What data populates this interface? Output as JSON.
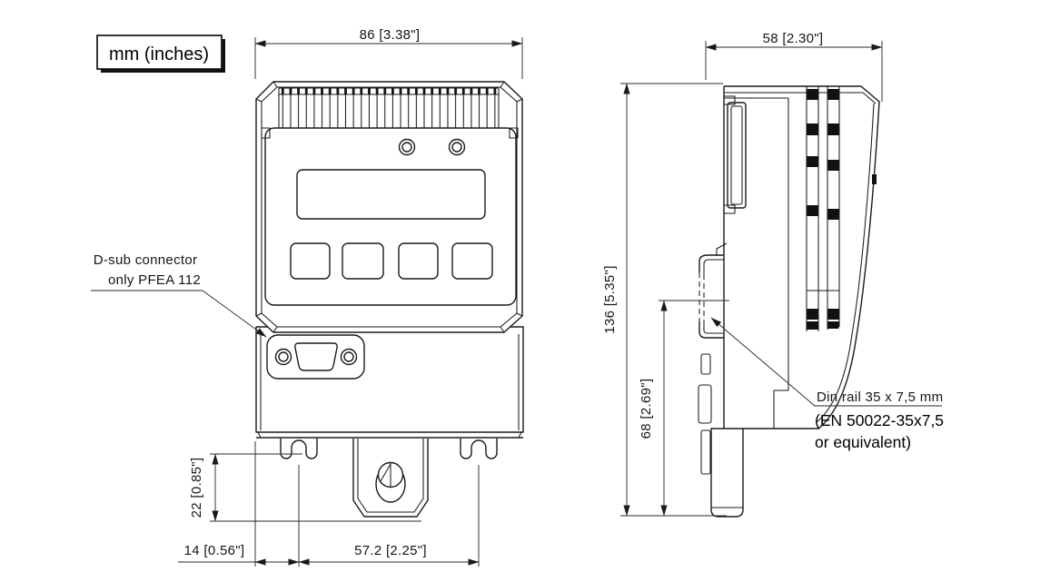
{
  "units_box": {
    "label": "mm (inches)"
  },
  "front_view": {
    "width_dim": "86 [3.38\"]",
    "bracket_height_dim": "22 [0.85\"]",
    "edge_to_slot_dim": "14 [0.56\"]",
    "slot_spacing_dim": "57.2 [2.25\"]",
    "connector_note_1": "D-sub connector",
    "connector_note_2": "only PFEA 112"
  },
  "side_view": {
    "depth_dim": "58 [2.30\"]",
    "height_dim": "136 [5.35\"]",
    "rail_to_bottom_dim": "68 [2.69\"]",
    "din_rail_note_1": "Din rail 35 x 7,5 mm",
    "din_rail_note_2": "(EN 50022-35x7,5",
    "din_rail_note_3": "or equivalent)"
  },
  "colors": {
    "line": "#1a1a1a",
    "background": "#ffffff"
  }
}
